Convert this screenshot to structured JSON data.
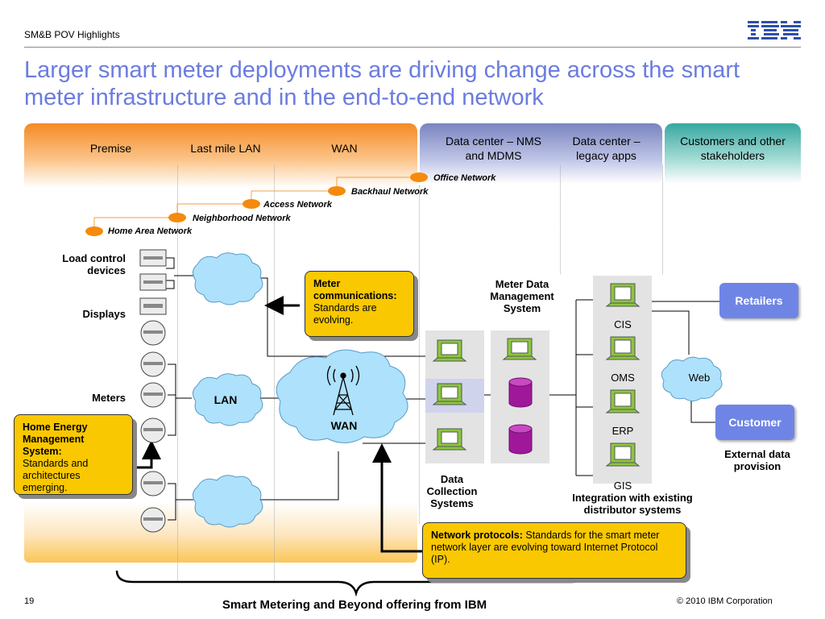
{
  "header": {
    "section": "SM&B POV Highlights",
    "logo_text": "IBM"
  },
  "title": "Larger smart meter deployments are driving change across the smart meter infrastructure and in the end-to-end network",
  "columns": {
    "premise": "Premise",
    "last_mile": "Last mile LAN",
    "wan": "WAN",
    "dc_nms": "Data center – NMS and MDMS",
    "dc_legacy": "Data center – legacy apps",
    "customers": "Customers and other stakeholders"
  },
  "networks": {
    "office": "Office Network",
    "backhaul": "Backhaul Network",
    "access": "Access Network",
    "neighborhood": "Neighborhood Network",
    "home": "Home Area Network"
  },
  "devices": {
    "load_control": "Load control devices",
    "displays": "Displays",
    "meters": "Meters"
  },
  "clouds": {
    "lan": "LAN",
    "wan": "WAN",
    "web": "Web"
  },
  "callouts": {
    "meter_comms_title": "Meter communications:",
    "meter_comms_body": "Standards are evolving.",
    "hems_title": "Home Energy Management System:",
    "hems_body": "Standards and architectures emerging.",
    "protocols_title": "Network protocols:",
    "protocols_body": "Standards for the smart meter network layer are evolving toward Internet Protocol (IP)."
  },
  "systems": {
    "mdms": "Meter Data Management System",
    "dcs": "Data Collection Systems",
    "cis": "CIS",
    "oms": "OMS",
    "erp": "ERP",
    "gis": "GIS",
    "integration": "Integration with existing distributor systems",
    "retailers": "Retailers",
    "customer": "Customer",
    "external": "External data provision"
  },
  "footer": {
    "page": "19",
    "offering": "Smart Metering and Beyond offering from IBM",
    "copyright": "© 2010 IBM Corporation"
  },
  "colors": {
    "title": "#6b7ce0",
    "callout": "#f9c800",
    "orange": "#f58a24",
    "blue_box": "#6f85e6"
  }
}
